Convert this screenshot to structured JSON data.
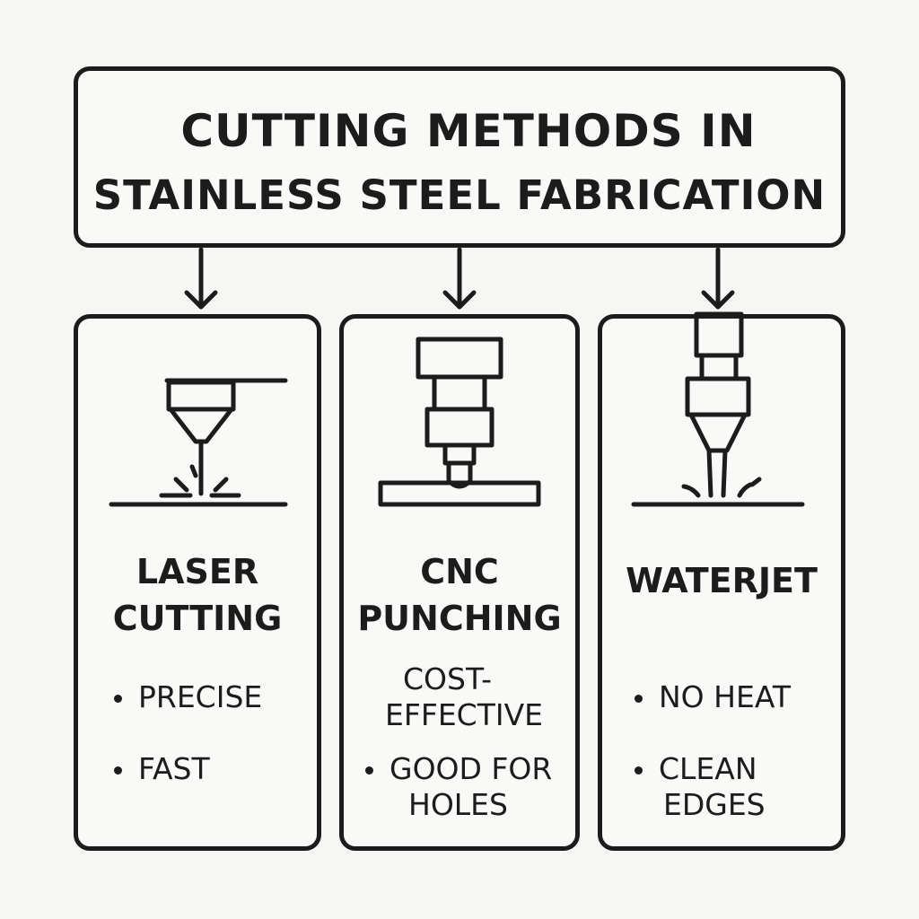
{
  "title": {
    "line1": "CUTTING METHODS IN",
    "line2": "STAINLESS STEEL FABRICATION"
  },
  "methods": [
    {
      "title_line1": "LASER",
      "title_line2": "CUTTING",
      "icon": "laser-cutter-icon",
      "bullets": [
        "PRECISE",
        "FAST"
      ]
    },
    {
      "title_line1": "CNC",
      "title_line2": "PUNCHING",
      "icon": "cnc-punch-icon",
      "bullets": [
        "COST-",
        "EFFECTIVE",
        "GOOD FOR",
        "HOLES"
      ]
    },
    {
      "title_line1": "WATERJET",
      "icon": "waterjet-nozzle-icon",
      "bullets": [
        "NO HEAT",
        "CLEAN",
        "EDGES"
      ]
    }
  ],
  "colors": {
    "ink": "#1c1c1c",
    "background": "#f6f6f4"
  }
}
